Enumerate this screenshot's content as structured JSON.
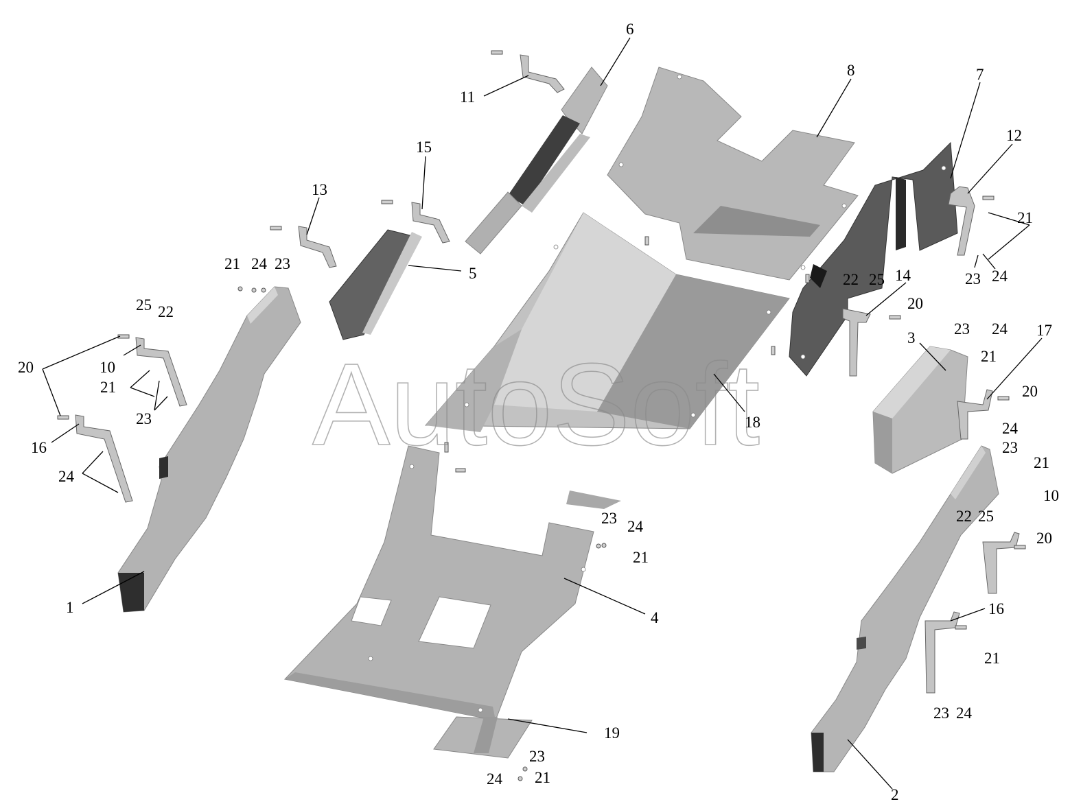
{
  "watermark": "AutoSoft",
  "callouts": {
    "c1": "1",
    "c2": "2",
    "c3": "3",
    "c4": "4",
    "c5": "5",
    "c6": "6",
    "c7": "7",
    "c8": "8",
    "c10": "10",
    "c11": "11",
    "c12": "12",
    "c13": "13",
    "c14": "14",
    "c15": "15",
    "c16": "16",
    "c17": "17",
    "c18": "18",
    "c19": "19",
    "c20": "20",
    "c21": "21",
    "c22": "22",
    "c23": "23",
    "c24": "24",
    "c25": "25"
  },
  "colors": {
    "panel_light": "#c4c4c4",
    "panel_mid": "#a6a6a6",
    "panel_dark": "#5e5e5e",
    "panel_black": "#2e2e2e"
  }
}
